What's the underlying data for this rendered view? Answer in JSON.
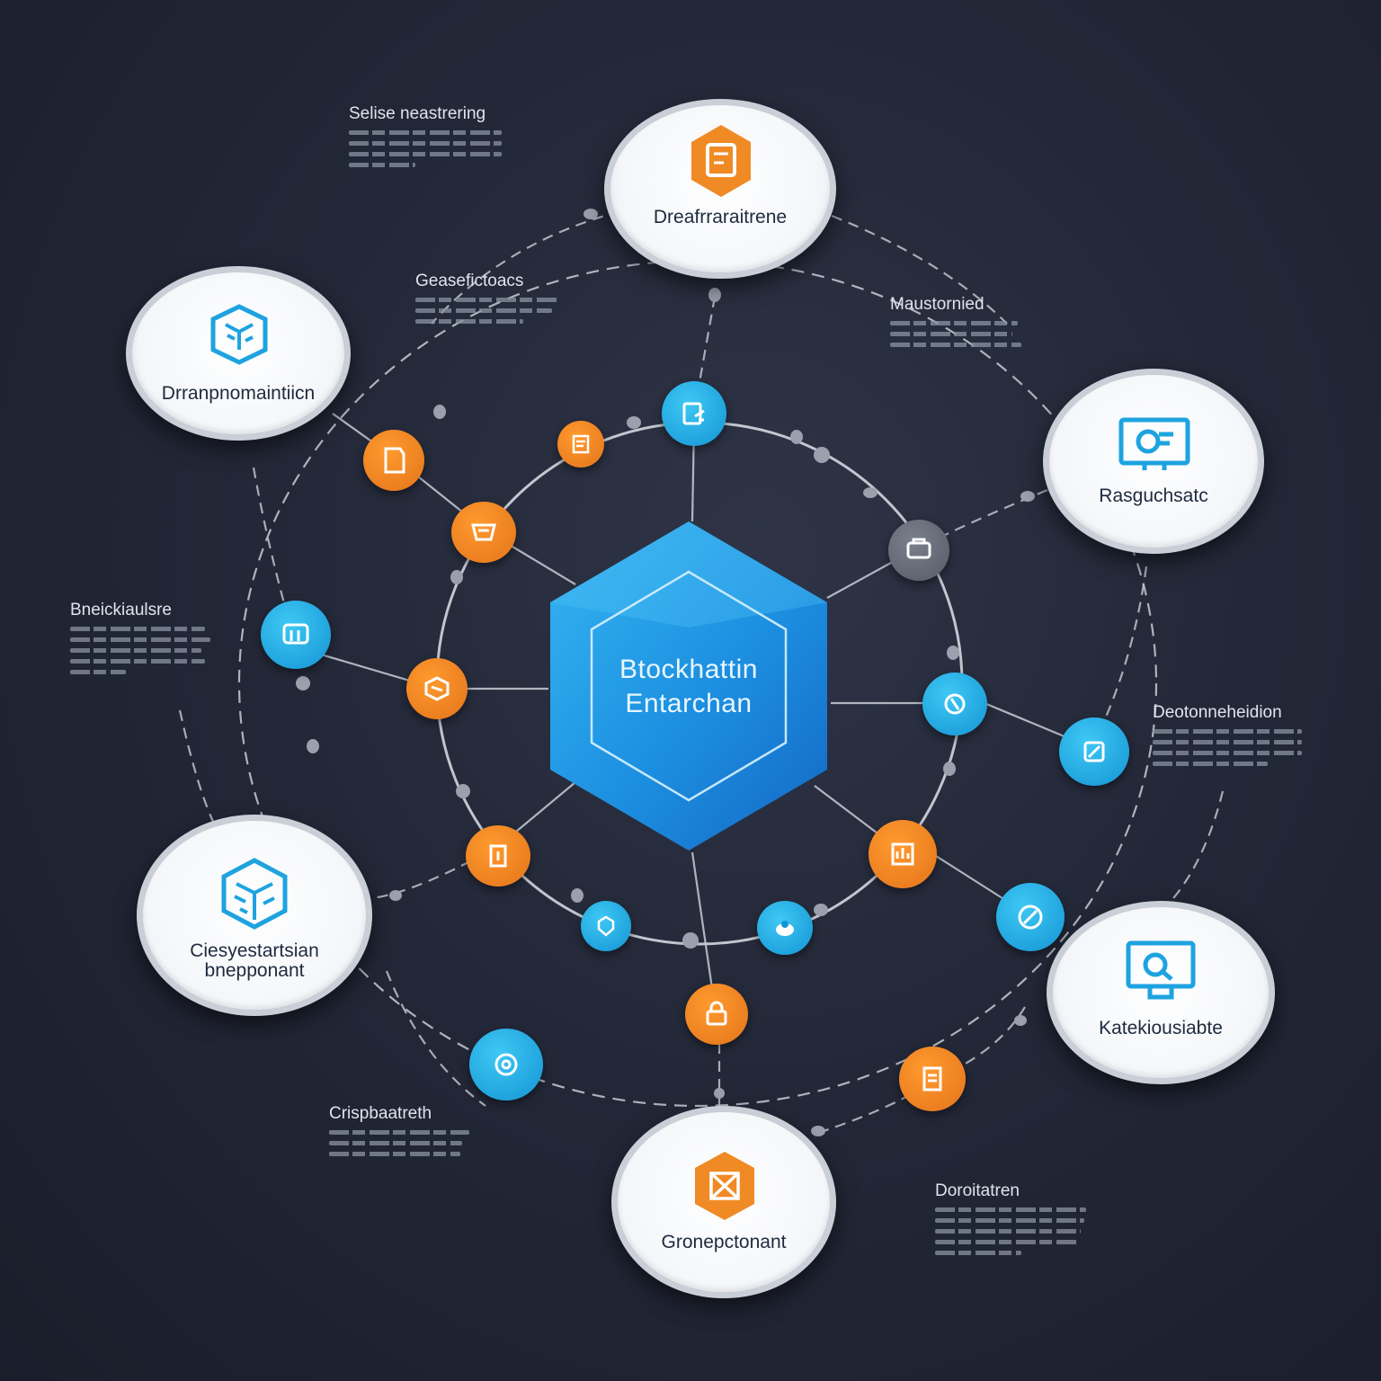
{
  "diagram": {
    "center_label_line1": "Btockhattin",
    "center_label_line2": "Entarchan",
    "plates": [
      {
        "key": "top",
        "label": "Dreafrraraitrene",
        "icon": "orange-hexagon-icon"
      },
      {
        "key": "top-left",
        "label": "Drranpnomaintiicn",
        "icon": "blue-cube-icon"
      },
      {
        "key": "right",
        "label": "Rasguchsatc",
        "icon": "blue-monitor-icon"
      },
      {
        "key": "bottom-left",
        "label_line1": "Ciesyestartsian",
        "label_line2": "bnepponant",
        "icon": "blue-cube-icon"
      },
      {
        "key": "bottom-right",
        "label": "Katekiousiabte",
        "icon": "blue-monitor-icon"
      },
      {
        "key": "bottom",
        "label": "Gronepctonant",
        "icon": "orange-hexagon-icon"
      }
    ],
    "annotations": [
      {
        "key": "top-left",
        "title": "Selise neastrering"
      },
      {
        "key": "upper-mid",
        "title": "Geasefictoacs"
      },
      {
        "key": "upper-right",
        "title": "Maustornied"
      },
      {
        "key": "left",
        "title": "Bneickiaulsre"
      },
      {
        "key": "right",
        "title": "Deotonneheidion"
      },
      {
        "key": "bottom-left",
        "title": "Crispbaatreth"
      },
      {
        "key": "bottom-right",
        "title": "Doroitatren"
      }
    ],
    "colors": {
      "accent_blue": "#1e9ee0",
      "accent_orange": "#f08a24",
      "background": "#232838"
    }
  }
}
